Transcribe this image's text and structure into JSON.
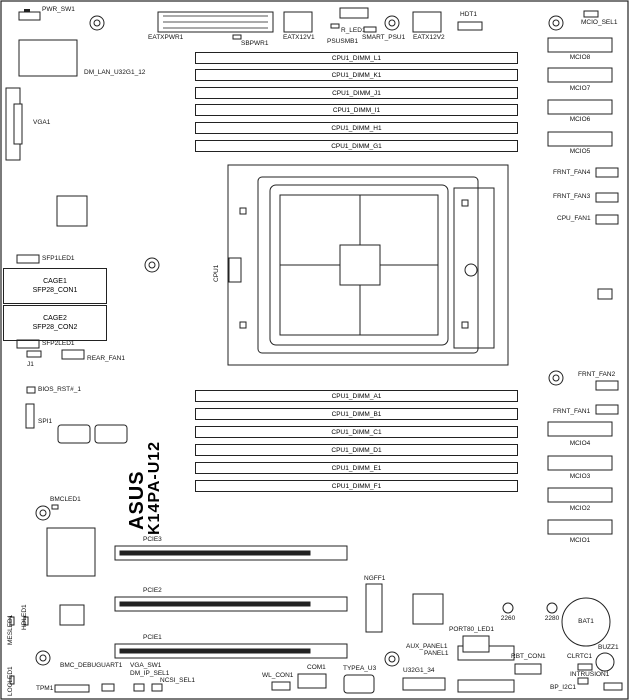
{
  "board": {
    "brand": "ASUS",
    "model": "K14PA-U12"
  },
  "dimms": {
    "top": [
      "CPU1_DIMM_L1",
      "CPU1_DIMM_K1",
      "CPU1_DIMM_J1",
      "CPU1_DIMM_I1",
      "CPU1_DIMM_H1",
      "CPU1_DIMM_G1"
    ],
    "bottom": [
      "CPU1_DIMM_A1",
      "CPU1_DIMM_B1",
      "CPU1_DIMM_C1",
      "CPU1_DIMM_D1",
      "CPU1_DIMM_E1",
      "CPU1_DIMM_F1"
    ]
  },
  "power": {
    "eatxpwr": "EATXPWR1",
    "sbpwr": "SBPWR1",
    "eatx12v1": "EATX12V1",
    "eatx12v2": "EATX12V2",
    "r_led": "R_LED1",
    "psusmb": "PSUSMB1",
    "smart_psu": "SMART_PSU1"
  },
  "top_misc": {
    "pwr_sw": "PWR_SW1",
    "hdt": "HDT1",
    "mcio_sel": "MCIO_SEL1",
    "dm_lan": "DM_LAN_U32G1_12",
    "vga": "VGA1"
  },
  "mcio": [
    "MCIO8",
    "MCIO7",
    "MCIO6",
    "MCIO5",
    "MCIO4",
    "MCIO3",
    "MCIO2",
    "MCIO1"
  ],
  "fans": {
    "frnt_fan4": "FRNT_FAN4",
    "frnt_fan3": "FRNT_FAN3",
    "cpu_fan1": "CPU_FAN1",
    "frnt_fan2": "FRNT_FAN2",
    "frnt_fan1": "FRNT_FAN1",
    "rear_fan1": "REAR_FAN1"
  },
  "left": {
    "sfp1led": "SFP1LED1",
    "cage1": "CAGE1",
    "sfp28_con1": "SFP28_CON1",
    "cage2": "CAGE2",
    "sfp28_con2": "SFP28_CON2",
    "sfp2led": "SFP2LED1",
    "j1": "J1",
    "bios_rst": "BIOS_RST#_1",
    "spi": "SPI1",
    "bmcled": "BMCLED1",
    "cpu1": "CPU1"
  },
  "pcie": [
    "PCIE3",
    "PCIE2",
    "PCIE1"
  ],
  "bottom": {
    "ngff": "NGFF1",
    "meslled": "MESLED1",
    "hdled": "HDLED1",
    "locled": "LOCLED1",
    "tpm": "TPM1",
    "bmc_debug": "BMC_DEBUGUART1",
    "vga_sw": "VGA_SW1",
    "dm_ip_sel": "DM_IP_SEL1",
    "ncsi_sel": "NCSI_SEL1",
    "wl_con": "WL_CON1",
    "com": "COM1",
    "typea": "TYPEA_U3",
    "u32g1": "U32G1_34",
    "aux_panel": "AUX_PANEL1",
    "panel": "PANEL1",
    "port80": "PORT80_LED1",
    "m2_2260": "2260",
    "m2_2280": "2280",
    "rbt_con": "RBT_CON1",
    "clrtc": "CLRTC1",
    "intrusion": "INTRUSION1",
    "bp_i2c": "BP_I2C1",
    "bat": "BAT1",
    "buzz": "BUZZ1"
  }
}
